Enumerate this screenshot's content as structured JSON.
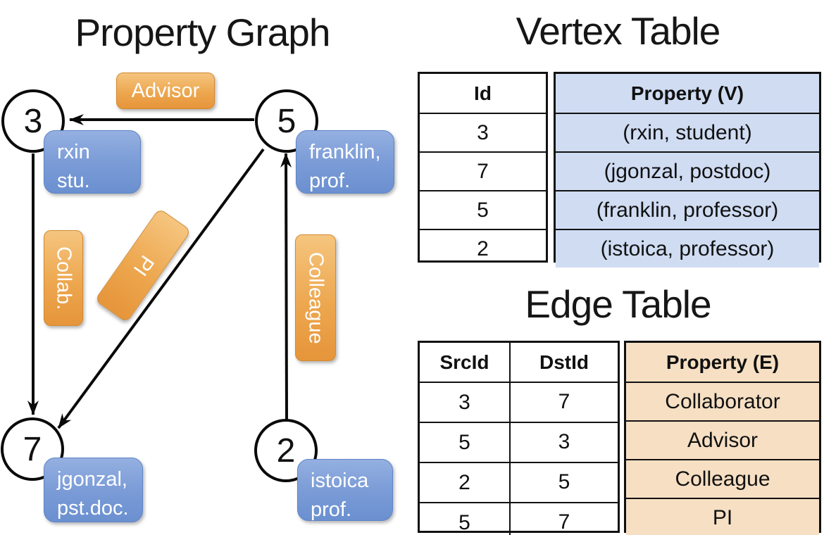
{
  "titles": {
    "graph": "Property Graph",
    "vertex_table": "Vertex Table",
    "edge_table": "Edge Table"
  },
  "graph": {
    "nodes": [
      {
        "id": "3"
      },
      {
        "id": "5"
      },
      {
        "id": "7"
      },
      {
        "id": "2"
      }
    ],
    "vertex_boxes": [
      {
        "lines": [
          "rxin",
          "stu."
        ]
      },
      {
        "lines": [
          "franklin,",
          "prof."
        ]
      },
      {
        "lines": [
          "jgonzal,",
          "pst.doc."
        ]
      },
      {
        "lines": [
          "istoica",
          "prof."
        ]
      }
    ],
    "edge_labels": [
      "Advisor",
      "Collab.",
      "PI",
      "Colleague"
    ],
    "edges": [
      {
        "from": "5",
        "to": "3",
        "label": "Advisor"
      },
      {
        "from": "3",
        "to": "7",
        "label": "Collab."
      },
      {
        "from": "5",
        "to": "7",
        "label": "PI"
      },
      {
        "from": "2",
        "to": "5",
        "label": "Colleague"
      }
    ]
  },
  "vertex_table": {
    "headers": [
      "Id",
      "Property (V)"
    ],
    "rows": [
      [
        "3",
        "(rxin, student)"
      ],
      [
        "7",
        "(jgonzal, postdoc)"
      ],
      [
        "5",
        "(franklin, professor)"
      ],
      [
        "2",
        "(istoica, professor)"
      ]
    ]
  },
  "edge_table": {
    "headers": [
      "SrcId",
      "DstId",
      "Property (E)"
    ],
    "rows": [
      [
        "3",
        "7",
        "Collaborator"
      ],
      [
        "5",
        "3",
        "Advisor"
      ],
      [
        "2",
        "5",
        "Colleague"
      ],
      [
        "5",
        "7",
        "PI"
      ]
    ]
  },
  "colors": {
    "edge_label_orange_top": "#f5c57f",
    "edge_label_orange_bottom": "#e6953a",
    "vertex_box_blue_top": "#95b0e1",
    "vertex_box_blue_bottom": "#6b90d0",
    "table_property_v_fill": "#cfdcf2",
    "table_property_e_fill": "#f6dfc3",
    "line_color": "#0a0a0a"
  }
}
